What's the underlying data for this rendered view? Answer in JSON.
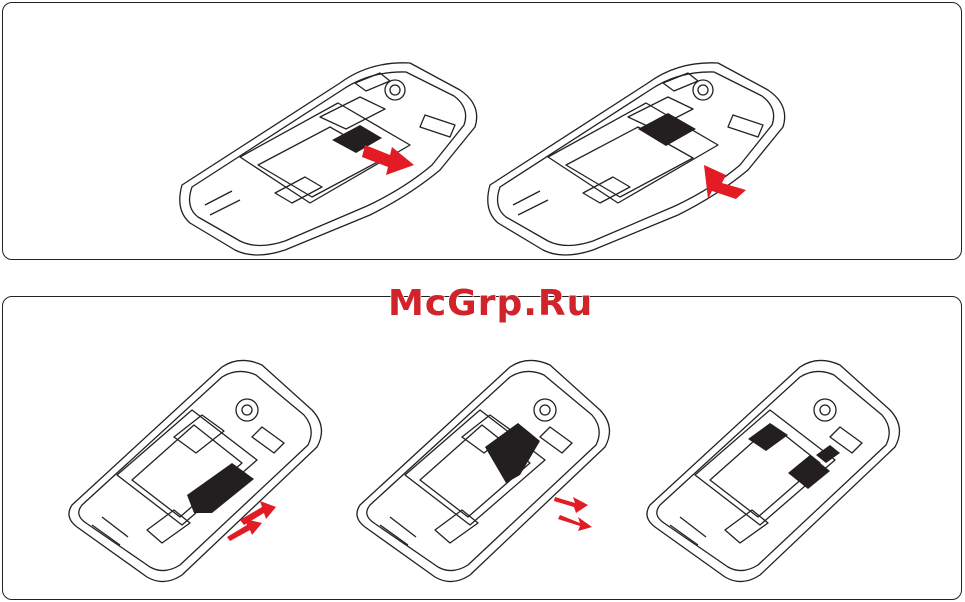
{
  "watermark": {
    "text": "McGrp.Ru",
    "color": "#d2232a"
  },
  "colors": {
    "line": "#222222",
    "card": "#231f20",
    "arrow": "#e21b24"
  },
  "figures": {
    "top": [
      {
        "icon": "phone-back-open-icon",
        "card": "microsd-card",
        "arrow": "arrow-insert-right"
      },
      {
        "icon": "phone-back-open-icon",
        "card": "microsd-card-inserted",
        "arrow": "arrow-push-left"
      }
    ],
    "bottom": [
      {
        "icon": "phone-back-open-icon",
        "card": "sim-card",
        "arrow": "double-arrow-push-release"
      },
      {
        "icon": "phone-back-open-icon",
        "card": "sim-card-ejected",
        "arrow": "double-arrow-pull-out"
      },
      {
        "icon": "phone-back-open-icon",
        "card": "slots-empty",
        "arrow": "none"
      }
    ]
  }
}
